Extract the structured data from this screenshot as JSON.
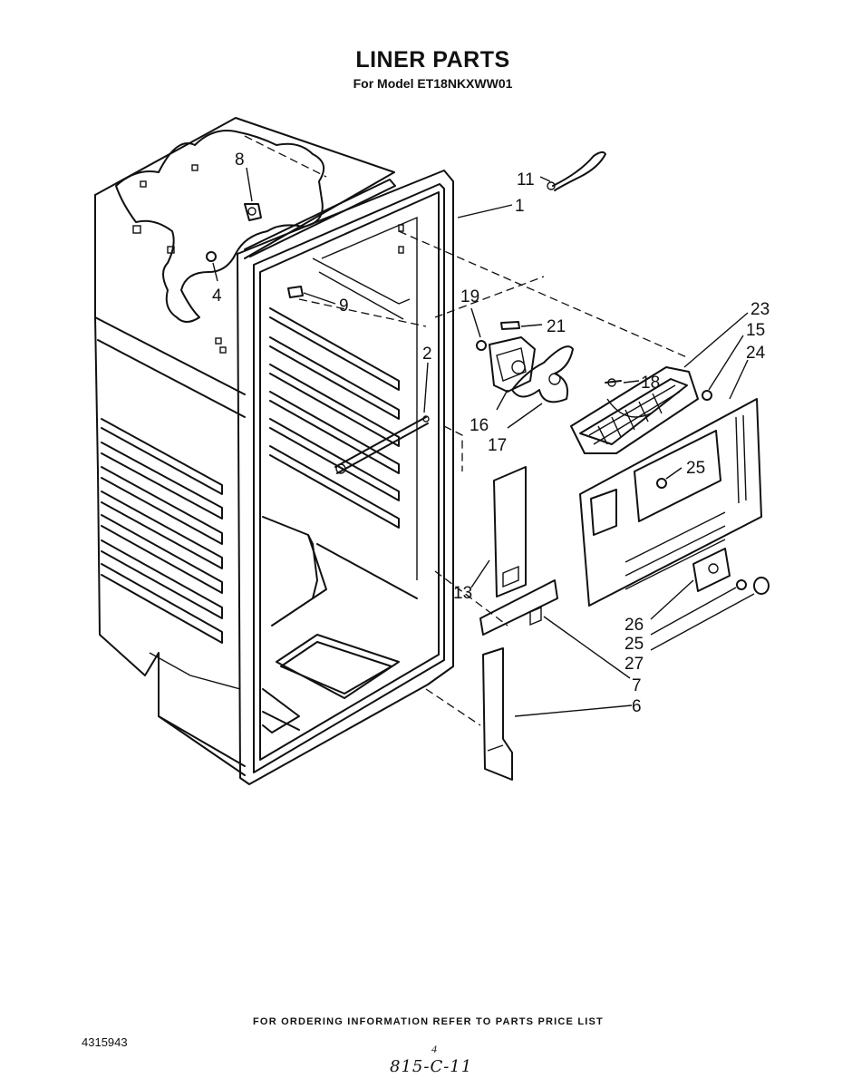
{
  "header": {
    "title": "LINER PARTS",
    "model_line": "For Model ET18NKXWW01"
  },
  "callouts": {
    "p1": "1",
    "p2": "2",
    "p4": "4",
    "p6": "6",
    "p7": "7",
    "p8": "8",
    "p9": "9",
    "p11": "11",
    "p13": "13",
    "p15": "15",
    "p16": "16",
    "p17": "17",
    "p18": "18",
    "p19": "19",
    "p21": "21",
    "p23": "23",
    "p24": "24",
    "p25a": "25",
    "p25b": "25",
    "p26": "26",
    "p27": "27"
  },
  "footer": {
    "ordering_note": "FOR ORDERING INFORMATION REFER TO PARTS PRICE LIST",
    "document_number": "4315943",
    "page_number": "4",
    "handwritten_note": "815-C-11"
  }
}
